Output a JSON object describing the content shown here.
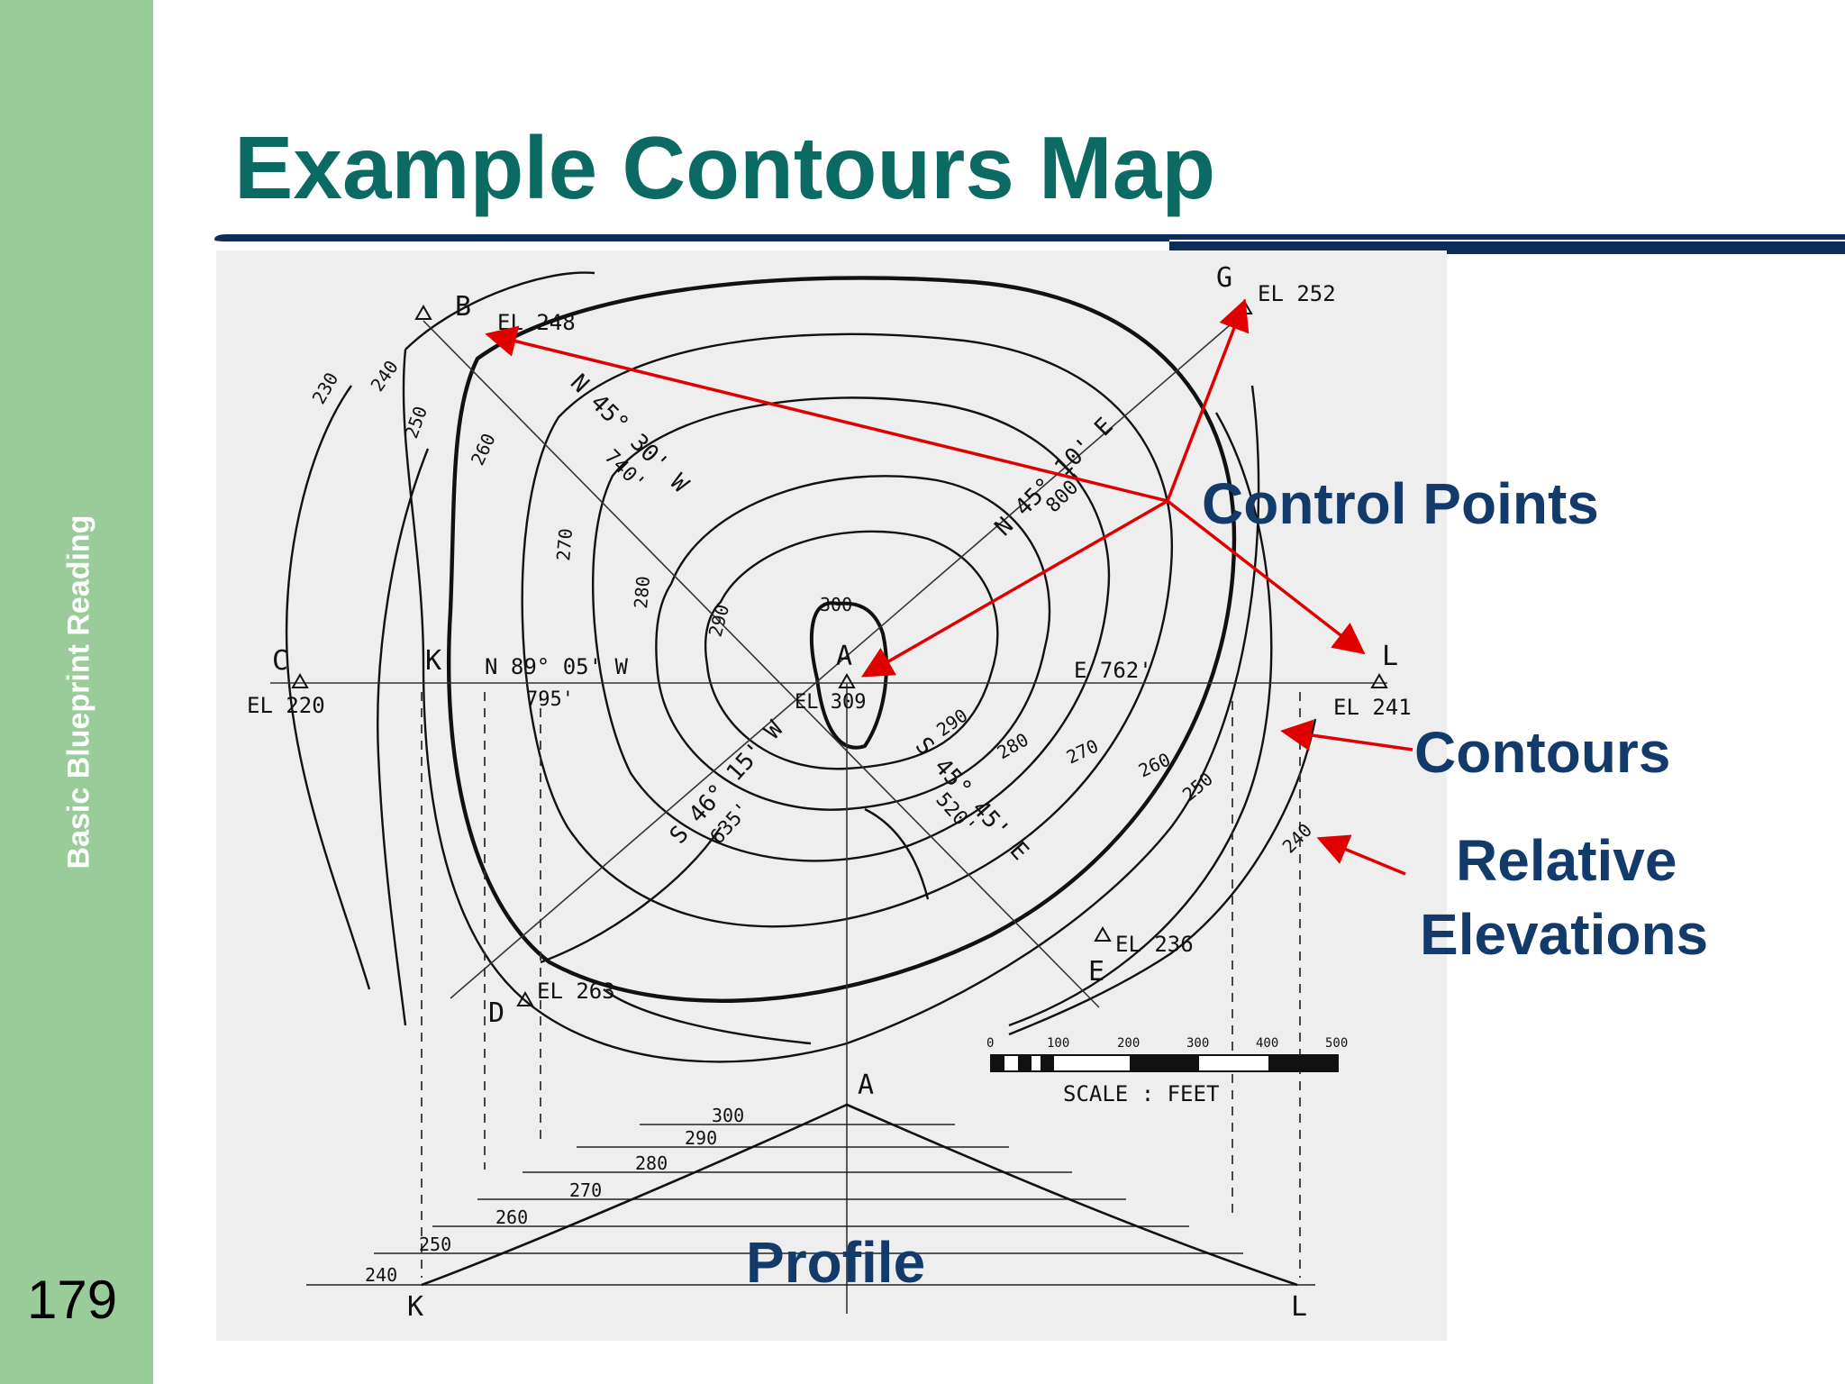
{
  "slide": {
    "title": "Example Contours Map",
    "side_label": "Basic Blueprint Reading",
    "page_number": "179",
    "colors": {
      "sidebar": "#99cc99",
      "title": "#0b6b62",
      "rule": "#0d2e5c",
      "callout": "#123a6b",
      "arrow": "#e00000"
    }
  },
  "callouts": {
    "control_points": "Control Points",
    "contours": "Contours",
    "relative_elevations_line1": "Relative",
    "relative_elevations_line2": "Elevations",
    "profile": "Profile"
  },
  "map": {
    "points": {
      "B": {
        "letter": "B",
        "elev": "EL 248"
      },
      "G": {
        "letter": "G",
        "elev": "EL 252"
      },
      "C": {
        "letter": "C",
        "elev": "EL 220"
      },
      "K": {
        "letter": "K"
      },
      "A": {
        "letter": "A",
        "elev": "EL 309"
      },
      "L": {
        "letter": "L",
        "elev": "EL 241"
      },
      "D": {
        "letter": "D",
        "elev": "EL 263"
      },
      "E": {
        "letter": "E",
        "elev": "EL 236"
      }
    },
    "bearings": {
      "bw": "N 45° 30' W",
      "bw_dist": "740'",
      "ne": "N 45° 10' E",
      "ne_dist": "800'",
      "w": "N 89° 05' W",
      "w_dist": "795'",
      "e": "E 762'",
      "sw": "S 46° 15' W",
      "sw_dist": "635'",
      "se": "S 45° 45' E",
      "se_dist": "520'"
    },
    "contour_labels": {
      "c230": "230",
      "c240": "240",
      "c250": "250",
      "c260": "260",
      "c270": "270",
      "c280": "280",
      "c290": "290",
      "c300": "300",
      "e290": "290",
      "e280": "280",
      "e270": "270",
      "e260": "260",
      "e250": "250",
      "e240": "240"
    },
    "scale": {
      "ticks": [
        "0",
        "100",
        "200",
        "300",
        "400",
        "500"
      ],
      "label": "SCALE : FEET"
    },
    "profile": {
      "peak": "A",
      "left": "K",
      "right": "L",
      "levels": [
        "300",
        "290",
        "280",
        "270",
        "260",
        "250",
        "240"
      ]
    }
  }
}
